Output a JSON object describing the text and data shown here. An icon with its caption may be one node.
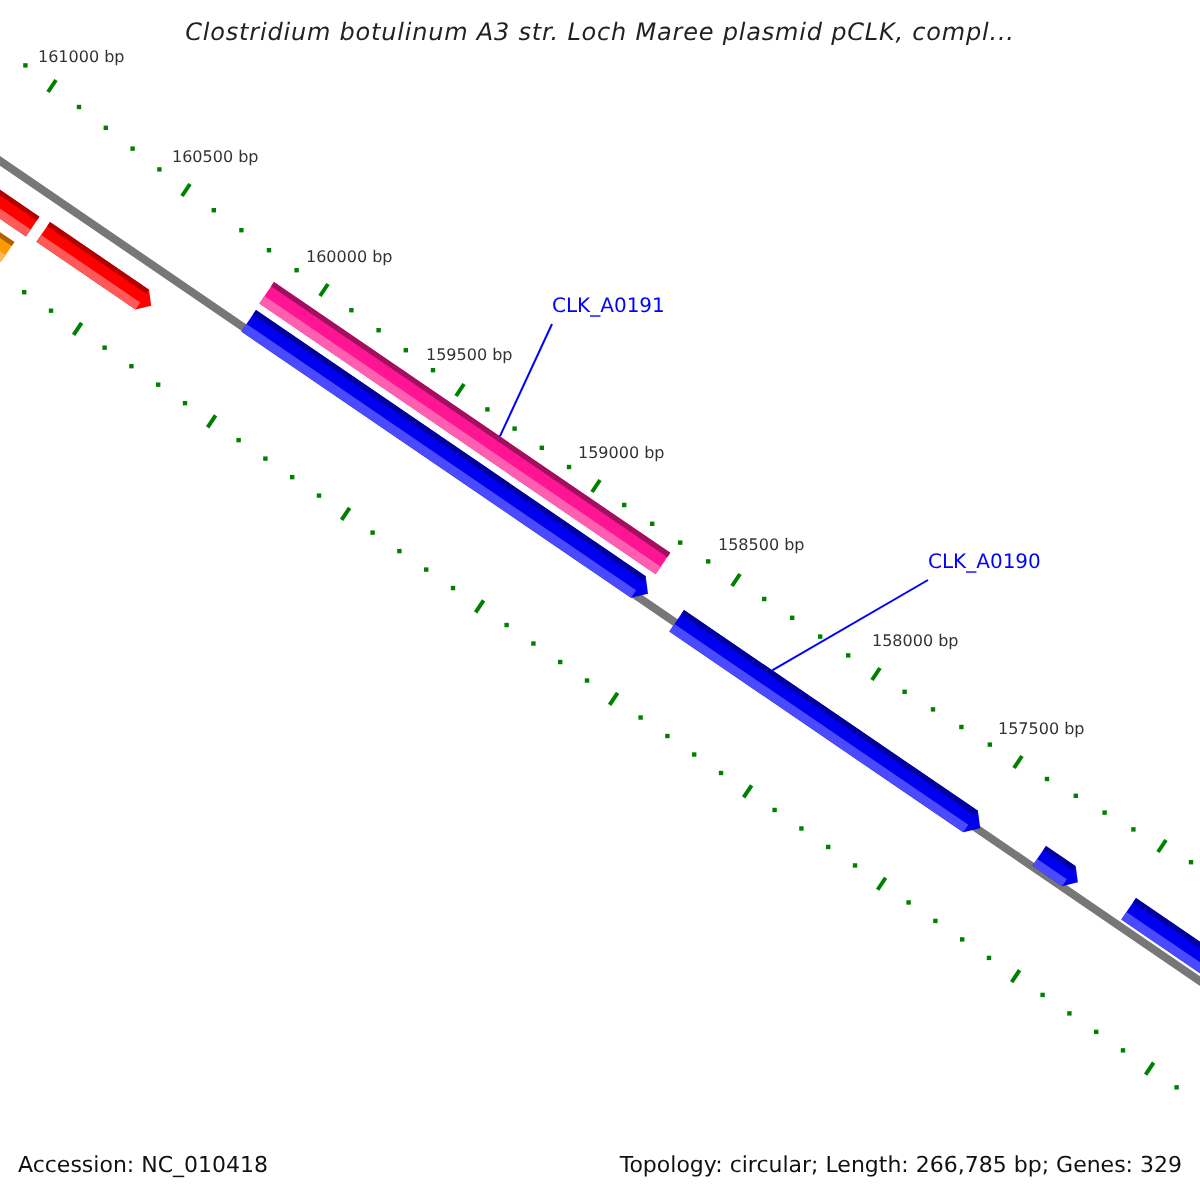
{
  "diagram": {
    "title": "Clostridium botulinum A3 str. Loch Maree plasmid pCLK, compl...",
    "nodes": [
      {
        "text": [
          "CLK_A0191"
        ]
      },
      {
        "text": [],
        "shape": "bar"
      },
      {
        "text": [
          "CLK_A0190"
        ]
      },
      {
        "text": [],
        "shape": "bar"
      }
    ],
    "edges": [
      {
        "from": 0,
        "to": 1,
        "arrow": "none"
      },
      {
        "from": 2,
        "to": 3,
        "arrow": "none"
      }
    ],
    "labels": [
      "161000 bp",
      "160500 bp",
      "160000 bp",
      "159500 bp",
      "159000 bp",
      "158500 bp",
      "158000 bp",
      "157500 bp",
      "Accession: NC_010418",
      "Topology: circular; Length: 266,785 bp; Genes: 329"
    ]
  }
}
